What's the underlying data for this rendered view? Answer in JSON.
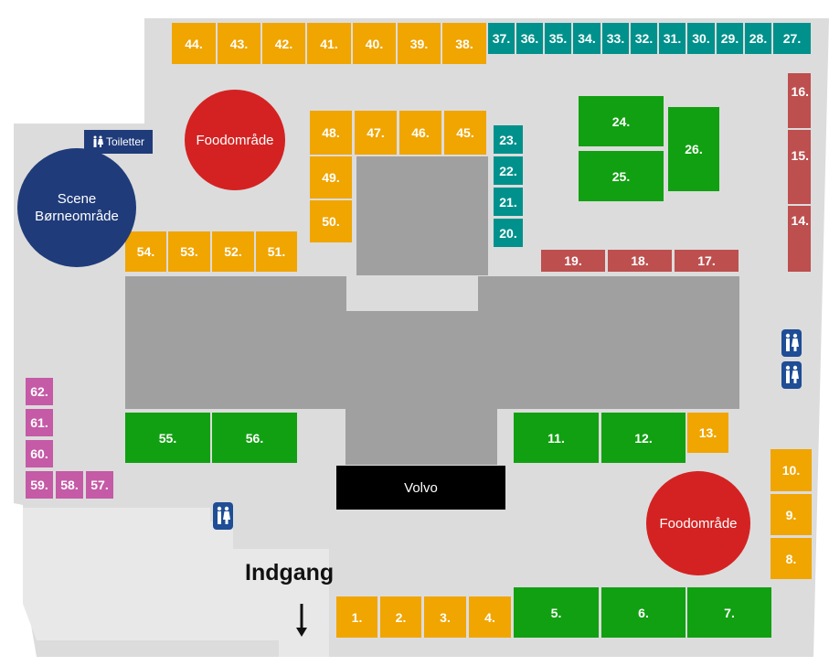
{
  "map": {
    "colors": {
      "floor": "#dcdcdc",
      "building": "#a0a0a0",
      "orange": "#f0a500",
      "teal": "#00918c",
      "green": "#11a011",
      "red_booth": "#bd4f4f",
      "pink": "#c55aa6",
      "food": "#d42222",
      "scene": "#1f3b7a",
      "volvo": "#000000"
    },
    "labels": {
      "entrance": "Indgang",
      "toilets": "Toiletter",
      "food_1": "Foodområde",
      "food_2": "Foodområde",
      "scene_line1": "Scene",
      "scene_line2": "Børneområde",
      "volvo": "Volvo"
    },
    "icons": {
      "toilet": "toilet-icon",
      "arrow": "arrow-down-icon"
    }
  },
  "booths": [
    {
      "n": "1."
    },
    {
      "n": "2."
    },
    {
      "n": "3."
    },
    {
      "n": "4."
    },
    {
      "n": "5."
    },
    {
      "n": "6."
    },
    {
      "n": "7."
    },
    {
      "n": "8."
    },
    {
      "n": "9."
    },
    {
      "n": "10."
    },
    {
      "n": "11."
    },
    {
      "n": "12."
    },
    {
      "n": "13."
    },
    {
      "n": "14."
    },
    {
      "n": "15."
    },
    {
      "n": "16."
    },
    {
      "n": "17."
    },
    {
      "n": "18."
    },
    {
      "n": "19."
    },
    {
      "n": "20."
    },
    {
      "n": "21."
    },
    {
      "n": "22."
    },
    {
      "n": "23."
    },
    {
      "n": "24."
    },
    {
      "n": "25."
    },
    {
      "n": "26."
    },
    {
      "n": "27."
    },
    {
      "n": "28."
    },
    {
      "n": "29."
    },
    {
      "n": "30."
    },
    {
      "n": "31."
    },
    {
      "n": "32."
    },
    {
      "n": "33."
    },
    {
      "n": "34."
    },
    {
      "n": "35."
    },
    {
      "n": "36."
    },
    {
      "n": "37."
    },
    {
      "n": "38."
    },
    {
      "n": "39."
    },
    {
      "n": "40."
    },
    {
      "n": "41."
    },
    {
      "n": "42."
    },
    {
      "n": "43."
    },
    {
      "n": "44."
    },
    {
      "n": "45."
    },
    {
      "n": "46."
    },
    {
      "n": "47."
    },
    {
      "n": "48."
    },
    {
      "n": "49."
    },
    {
      "n": "50."
    },
    {
      "n": "51."
    },
    {
      "n": "52."
    },
    {
      "n": "53."
    },
    {
      "n": "54."
    },
    {
      "n": "55."
    },
    {
      "n": "56."
    },
    {
      "n": "57."
    },
    {
      "n": "58."
    },
    {
      "n": "59."
    },
    {
      "n": "60."
    },
    {
      "n": "61."
    },
    {
      "n": "62."
    }
  ]
}
